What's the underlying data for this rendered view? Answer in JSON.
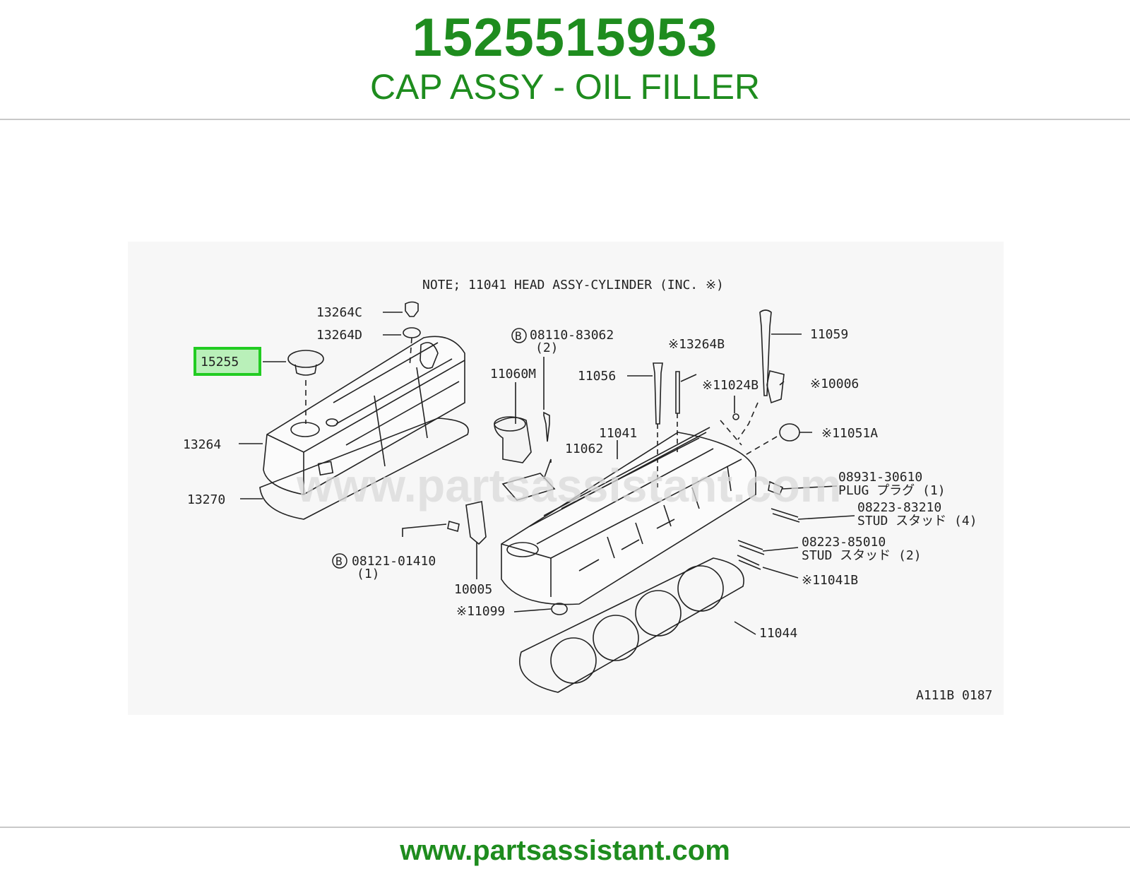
{
  "header": {
    "part_number": "1525515953",
    "part_name": "CAP ASSY - OIL FILLER"
  },
  "colors": {
    "brand_green": "#1e8c1e",
    "highlight_green": "#22cc22",
    "highlight_fill": "#b9f0b9",
    "line": "#222222",
    "rule": "#c8c8c8"
  },
  "diagram": {
    "note": "NOTE; 11041  HEAD ASSY-CYLINDER (INC. ※)",
    "watermark": "www.partsassistant.com",
    "figure_code": "A111B 0187",
    "highlighted_part": "15255",
    "callouts": {
      "c13264C": "13264C",
      "c13264D": "13264D",
      "c15255": "15255",
      "c13264": "13264",
      "c13270": "13270",
      "c08110": "08110-83062",
      "c08110_qty": "(2)",
      "c11060M": "11060M",
      "c11062": "11062",
      "c11041": "11041",
      "c11056": "11056",
      "c13264B": "※13264B",
      "c11059": "11059",
      "c11024B": "※11024B",
      "c10006": "※10006",
      "c11051A": "※11051A",
      "c08931": "08931-30610",
      "c08931_desc": "PLUG プラグ (1)",
      "c08223a": "08223-83210",
      "c08223a_desc": "STUD スタッド (4)",
      "c08223b": "08223-85010",
      "c08223b_desc": "STUD スタッド (2)",
      "c11041B": "※11041B",
      "c08121": "08121-01410",
      "c08121_qty": "(1)",
      "c10005": "10005",
      "c11099": "※11099",
      "c11044": "11044",
      "b_mark": "B"
    }
  },
  "footer": {
    "url": "www.partsassistant.com"
  }
}
